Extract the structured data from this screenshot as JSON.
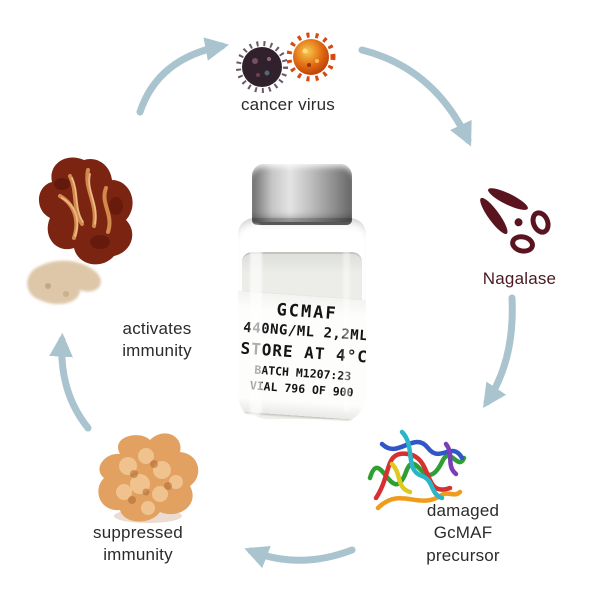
{
  "diagram": {
    "labels": {
      "cancer_virus": "cancer virus",
      "nagalase": "Nagalase",
      "activates": [
        "activates",
        "immunity"
      ],
      "suppressed": [
        "suppressed",
        "immunity"
      ],
      "damaged": [
        "damaged",
        "GcMAF",
        "precursor"
      ]
    },
    "vial": {
      "product": "GCMAF",
      "concentration": "440NG/ML 2,2ML",
      "storage": "STORE AT 4°C",
      "batch": "BATCH M1207:23",
      "vial_number": "VIAL 796 OF 900"
    },
    "icons": {
      "scissors": "scissors-icon",
      "cycle_arrows": "curved-arrow"
    },
    "colors": {
      "arrow": "#a9c4ce",
      "scissors": "#5a1420",
      "label_text": "#2b2b2b",
      "nagalase_text": "#4a1a22",
      "macrophage": "#7c2412",
      "tumor": "#e2a061"
    }
  }
}
